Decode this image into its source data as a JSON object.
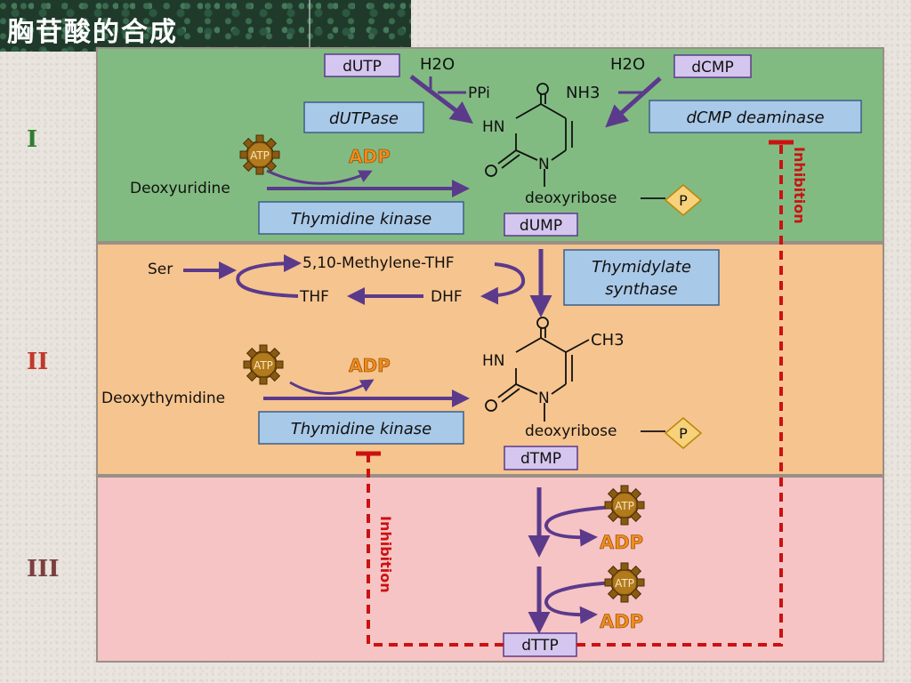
{
  "title": "胸苷酸的合成",
  "section_labels": [
    "I",
    "II",
    "III"
  ],
  "colors": {
    "panel_I": "#82bb82",
    "panel_II": "#f6c48e",
    "panel_III": "#f6c4c4",
    "arrow": "#5b3a8c",
    "enzyme_box": "#a9c9e8",
    "metabolite_box": "#d4c6ee",
    "inhibition": "#cc1111",
    "adp_text": "#f28c1a",
    "phosphate": "#f7d27a"
  },
  "panel_I": {
    "dutp": "dUTP",
    "h2o": "H2O",
    "ppi": "PPi",
    "nh3": "NH3",
    "dcmp": "dCMP",
    "dutpase": "dUTPase",
    "dcmp_deaminase": "dCMP deaminase",
    "atp": "ATP",
    "adp": "ADP",
    "deoxyuridine": "Deoxyuridine",
    "thymidine_kinase": "Thymidine kinase",
    "hn": "HN",
    "n": "N",
    "deoxyribose": "deoxyribose",
    "p": "P",
    "dump": "dUMP",
    "inhibition": "Inhibition"
  },
  "panel_II": {
    "ser": "Ser",
    "methylene_thf": "5,10-Methylene-THF",
    "thf": "THF",
    "dhf": "DHF",
    "thymidylate_synthase_line1": "Thymidylate",
    "thymidylate_synthase_line2": "synthase",
    "ch3": "CH3",
    "hn": "HN",
    "n": "N",
    "atp": "ATP",
    "adp": "ADP",
    "deoxythymidine": "Deoxythymidine",
    "thymidine_kinase": "Thymidine kinase",
    "deoxyribose": "deoxyribose",
    "p": "P",
    "dtmp": "dTMP"
  },
  "panel_III": {
    "atp_1": "ATP",
    "adp_1": "ADP",
    "atp_2": "ATP",
    "adp_2": "ADP",
    "inhibition": "Inhibition",
    "dttp": "dTTP"
  }
}
